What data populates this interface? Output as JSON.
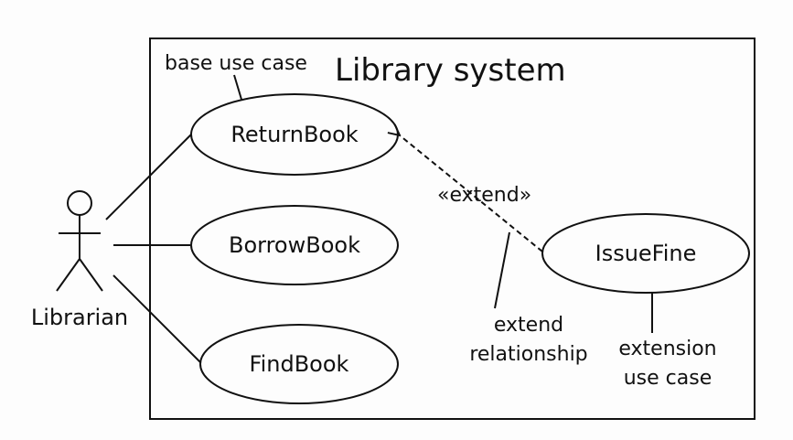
{
  "diagram": {
    "system_title": "Library system",
    "actor_label": "Librarian",
    "use_cases": {
      "return_book": "ReturnBook",
      "borrow_book": "BorrowBook",
      "find_book": "FindBook",
      "issue_fine": "IssueFine"
    },
    "stereotype": "«extend»",
    "annotations": {
      "base_use_case": "base use case",
      "extend_relationship_line1": "extend",
      "extend_relationship_line2": "relationship",
      "extension_use_case_line1": "extension",
      "extension_use_case_line2": "use case"
    }
  }
}
